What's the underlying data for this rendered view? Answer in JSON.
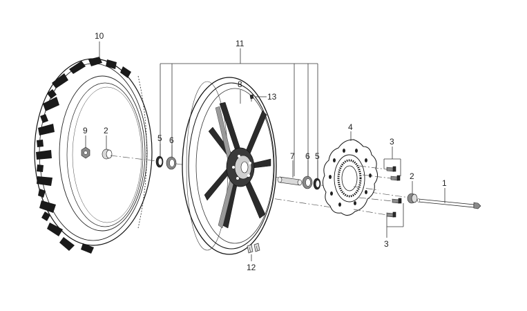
{
  "callouts": [
    {
      "key": "c1",
      "text": "1"
    },
    {
      "key": "c2a",
      "text": "2"
    },
    {
      "key": "c2b",
      "text": "2"
    },
    {
      "key": "c3a",
      "text": "3"
    },
    {
      "key": "c3b",
      "text": "3"
    },
    {
      "key": "c4",
      "text": "4"
    },
    {
      "key": "c5a",
      "text": "5"
    },
    {
      "key": "c5b",
      "text": "5"
    },
    {
      "key": "c6a",
      "text": "6"
    },
    {
      "key": "c6b",
      "text": "6"
    },
    {
      "key": "c7",
      "text": "7"
    },
    {
      "key": "c8",
      "text": "8"
    },
    {
      "key": "c9",
      "text": "9"
    },
    {
      "key": "c10",
      "text": "10"
    },
    {
      "key": "c11",
      "text": "11"
    },
    {
      "key": "c12",
      "text": "12"
    },
    {
      "key": "c13",
      "text": "13"
    }
  ],
  "parts": {
    "axle": "axle-bolt",
    "collar": "spacer-collar",
    "bolts": "disc-bolts",
    "disc": "brake-disc",
    "seal": "oil-seal",
    "bearing": "wheel-bearing",
    "spacer": "bearing-spacer",
    "rim": "wheel-rim",
    "nut": "axle-nut",
    "tire": "tire",
    "bearing_kit": "bearing-set",
    "weights": "balance-weights",
    "valve": "air-valve"
  }
}
